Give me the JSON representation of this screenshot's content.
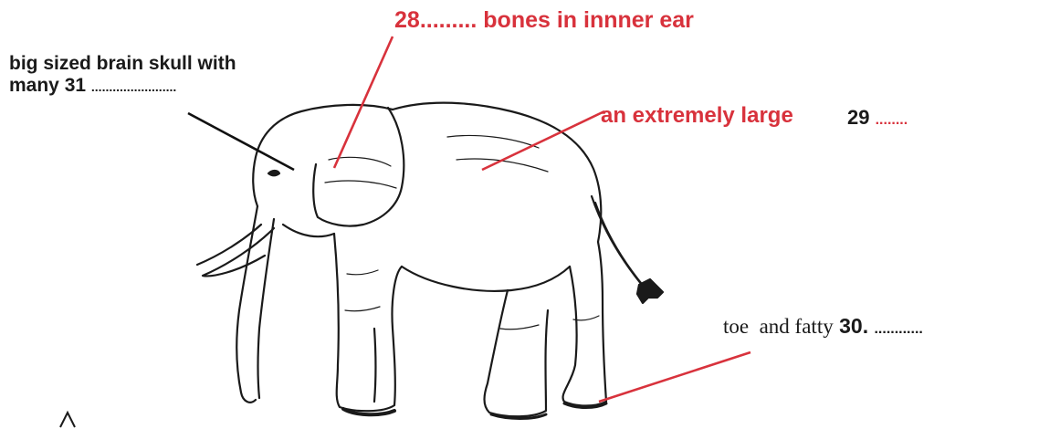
{
  "labels": {
    "q28": {
      "number": "28",
      "dots": ".........",
      "text": "bones in innner ear"
    },
    "q31": {
      "line1": "big sized brain skull with",
      "line2_prefix": "many",
      "number": "31",
      "dots": "........................"
    },
    "q29": {
      "text": "an extremely large",
      "number": "29",
      "dots": "........"
    },
    "q30": {
      "text": "toe  and fatty",
      "number": "30.",
      "dots": "............"
    }
  },
  "colors": {
    "label_red": "#d8323c",
    "label_dark": "#1a1a1a",
    "pointer_red": "#d8323c",
    "pointer_dark": "#111111",
    "outline": "#1a1a1a"
  }
}
